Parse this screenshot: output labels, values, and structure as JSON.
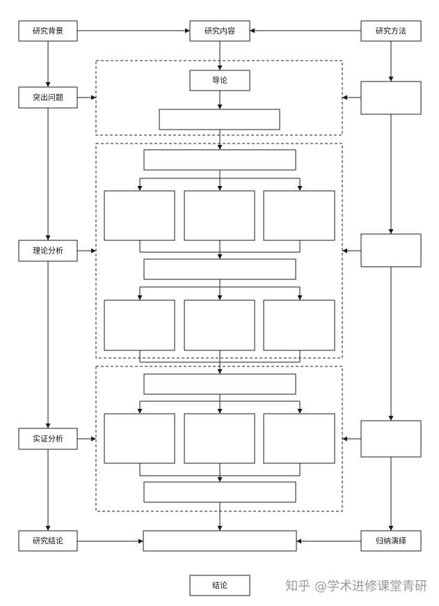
{
  "left_column": {
    "background": "研究背景",
    "highlight_issue": "突出问题",
    "theory_analysis": "理论分析",
    "empirical_analysis": "实证分析",
    "conclusion": "研究结论"
  },
  "center_column": {
    "content": "研究内容",
    "introduction": "导论",
    "final": "结论"
  },
  "right_column": {
    "method": "研究方法",
    "induction_deduction": "归纳演绎"
  },
  "watermark": "知乎 @学术进修课堂青研",
  "colors": {
    "line": "#1a1a1a",
    "watermark": "#9a9a9a"
  }
}
